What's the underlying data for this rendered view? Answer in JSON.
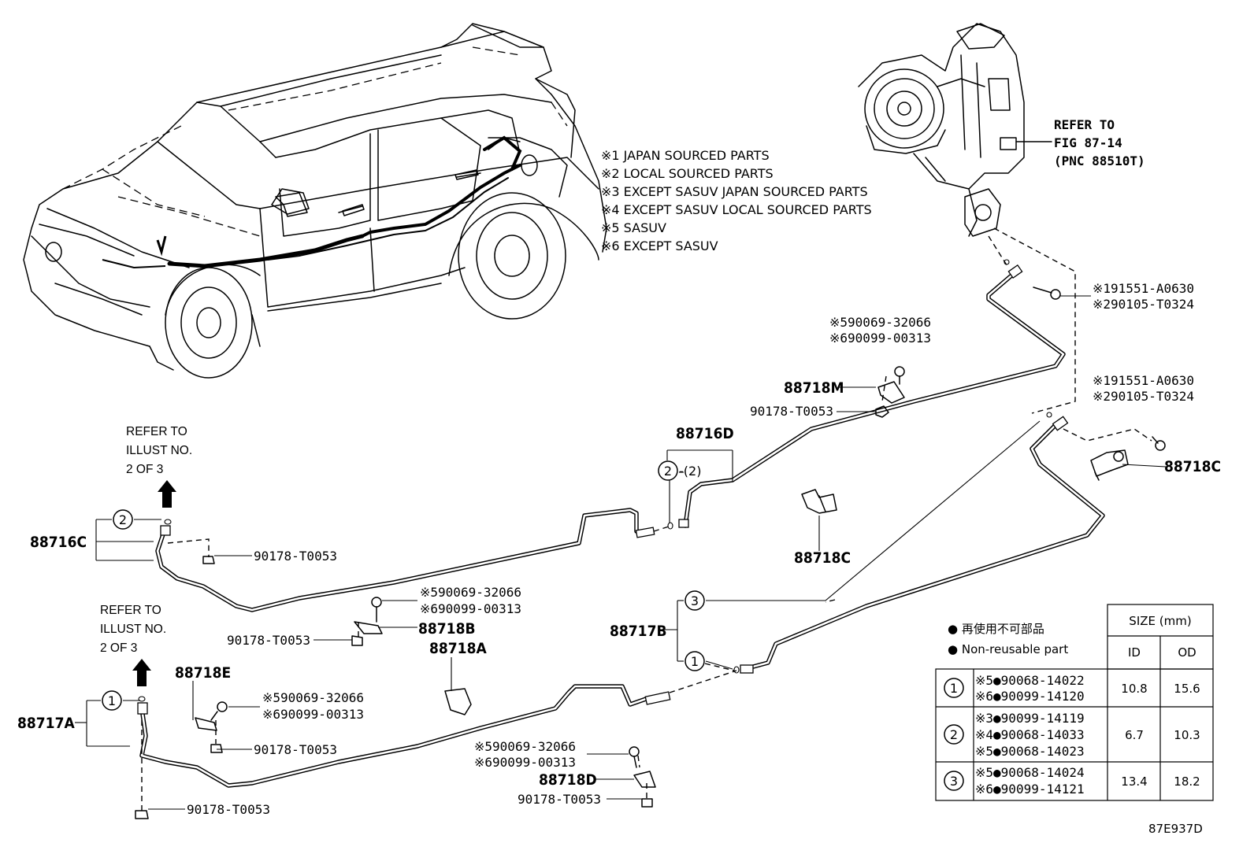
{
  "notes": [
    "※1 JAPAN SOURCED PARTS",
    "※2 LOCAL SOURCED PARTS",
    "※3 EXCEPT SASUV JAPAN SOURCED PARTS",
    "※4 EXCEPT SASUV LOCAL SOURCED PARTS",
    "※5 SASUV",
    "※6 EXCEPT SASUV"
  ],
  "refer_fig": [
    "REFER TO",
    "FIG 87-14",
    "(PNC 88510T)"
  ],
  "refer_illust": [
    "REFER TO",
    "ILLUST NO.",
    "2 OF 3"
  ],
  "parts": {
    "p88716C": "88716C",
    "p88716D": "88716D",
    "p88717A": "88717A",
    "p88717B": "88717B",
    "p88718A": "88718A",
    "p88718B": "88718B",
    "p88718C": "88718C",
    "p88718D": "88718D",
    "p88718E": "88718E",
    "p88718M": "88718M"
  },
  "bolts": {
    "j1_91551": "※191551-A0630",
    "j2_90105": "※290105-T0324",
    "s5_90069": "※590069-32066",
    "s6_90099": "※690099-00313",
    "nut": "90178-T0053"
  },
  "circle_labels": {
    "one": "1",
    "two": "2",
    "three": "3",
    "two_paren": "-(2)"
  },
  "table": {
    "legend_jp": "● 再使用不可部品",
    "legend_en": "● Non-reusable part",
    "size_header": "SIZE (mm)",
    "id_header": "ID",
    "od_header": "OD",
    "rows": [
      {
        "no": "1",
        "parts": [
          "※5●90068-14022",
          "※6●90099-14120"
        ],
        "id": "10.8",
        "od": "15.6"
      },
      {
        "no": "2",
        "parts": [
          "※3●90099-14119",
          "※4●90068-14033",
          "※5●90068-14023"
        ],
        "id": "6.7",
        "od": "10.3"
      },
      {
        "no": "3",
        "parts": [
          "※5●90068-14024",
          "※6●90099-14121"
        ],
        "id": "13.4",
        "od": "18.2"
      }
    ]
  },
  "figure_code": "87E937D"
}
